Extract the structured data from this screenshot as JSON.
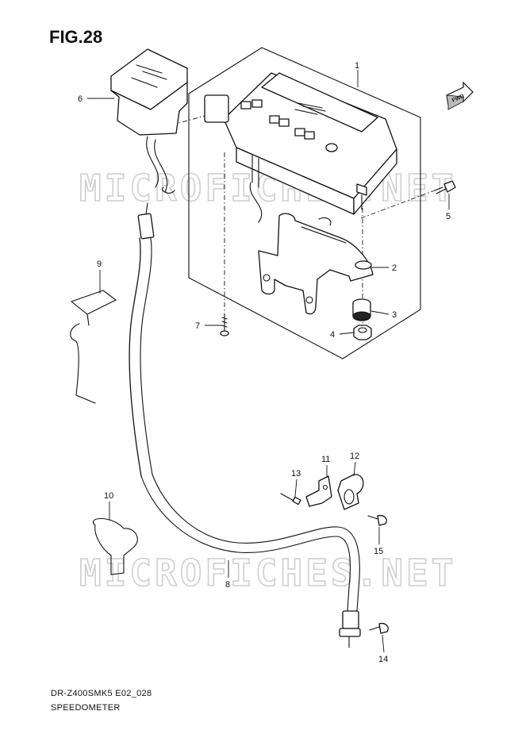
{
  "figure": {
    "title": "FIG.28",
    "code": "DR-Z400SMK5 E02_028",
    "name": "SPEEDOMETER"
  },
  "watermark": {
    "text": "MICROFICHES.NET"
  },
  "fwd_arrow": {
    "label": "FWD"
  },
  "callouts": [
    "1",
    "2",
    "3",
    "4",
    "5",
    "6",
    "7",
    "8",
    "9",
    "10",
    "11",
    "12",
    "13",
    "14",
    "15"
  ],
  "parts": [
    {
      "ref": "1",
      "icon": "speedometer-assembly"
    },
    {
      "ref": "2",
      "icon": "bracket-spacer"
    },
    {
      "ref": "3",
      "icon": "rubber-cushion"
    },
    {
      "ref": "4",
      "icon": "nut"
    },
    {
      "ref": "5",
      "icon": "bolt"
    },
    {
      "ref": "6",
      "icon": "connector-cover"
    },
    {
      "ref": "7",
      "icon": "screw"
    },
    {
      "ref": "8",
      "icon": "speedometer-cable"
    },
    {
      "ref": "9",
      "icon": "wire-clamp"
    },
    {
      "ref": "10",
      "icon": "wire-clamp"
    },
    {
      "ref": "11",
      "icon": "clamp-bracket"
    },
    {
      "ref": "12",
      "icon": "cable-clamp"
    },
    {
      "ref": "13",
      "icon": "rivet"
    },
    {
      "ref": "14",
      "icon": "screw"
    },
    {
      "ref": "15",
      "icon": "screw"
    }
  ]
}
